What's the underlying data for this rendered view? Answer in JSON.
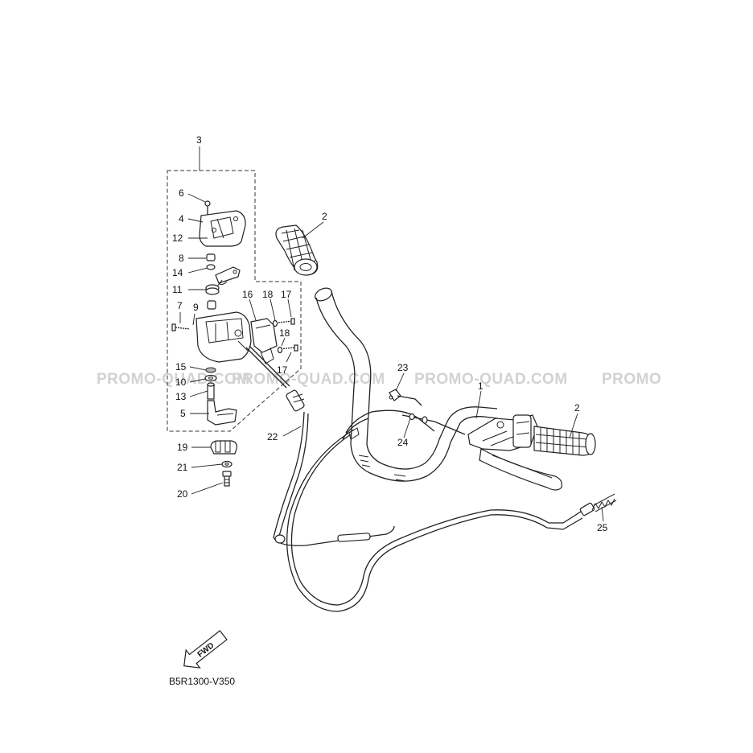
{
  "diagram_code": "B5R1300-V350",
  "fwd_label": "FWD",
  "watermarks": [
    "PROMO-QUAD.COM",
    "PROMO-QUAD.COM",
    "PROMO-QUAD.COM",
    "PROMO"
  ],
  "callouts": [
    "3",
    "6",
    "4",
    "12",
    "8",
    "14",
    "11",
    "7",
    "9",
    "16",
    "18",
    "17",
    "18",
    "17",
    "15",
    "10",
    "13",
    "5",
    "22",
    "19",
    "21",
    "20",
    "2",
    "23",
    "24",
    "1",
    "2",
    "25"
  ]
}
